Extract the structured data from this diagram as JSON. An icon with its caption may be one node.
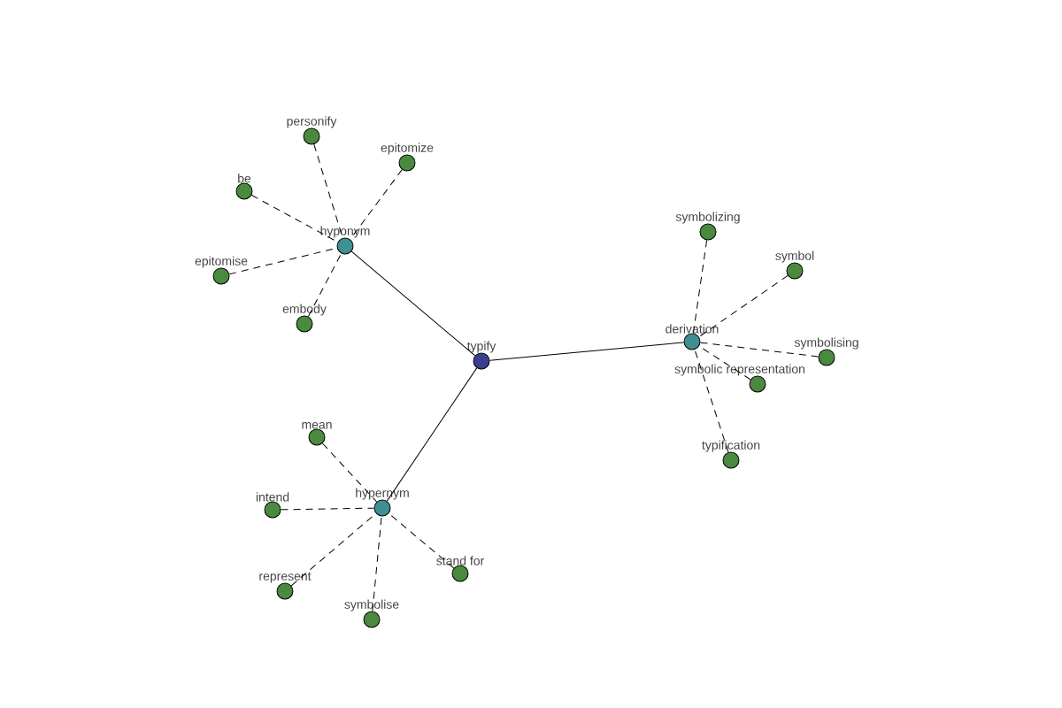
{
  "diagram": {
    "nodes": [
      {
        "text": [
          "typify"
        ]
      },
      {
        "text": [
          "hyponym"
        ]
      },
      {
        "text": [
          "derivation"
        ]
      },
      {
        "text": [
          "hypernym"
        ]
      },
      {
        "text": [
          "personify"
        ]
      },
      {
        "text": [
          "epitomize"
        ]
      },
      {
        "text": [
          "be"
        ]
      },
      {
        "text": [
          "epitomise"
        ]
      },
      {
        "text": [
          "embody"
        ]
      },
      {
        "text": [
          "symbolizing"
        ]
      },
      {
        "text": [
          "symbol"
        ]
      },
      {
        "text": [
          "symbolising"
        ]
      },
      {
        "text": [
          "symbolic representation"
        ]
      },
      {
        "text": [
          "typification"
        ]
      },
      {
        "text": [
          "mean"
        ]
      },
      {
        "text": [
          "intend"
        ]
      },
      {
        "text": [
          "represent"
        ]
      },
      {
        "text": [
          "symbolise"
        ]
      },
      {
        "text": [
          "stand for"
        ]
      }
    ],
    "edges": [
      {
        "from": 0,
        "to": 1,
        "arrow": "none"
      },
      {
        "from": 0,
        "to": 2,
        "arrow": "none"
      },
      {
        "from": 0,
        "to": 3,
        "arrow": "none"
      },
      {
        "from": 4,
        "to": 1,
        "arrow": "none",
        "style": "dashed"
      },
      {
        "from": 5,
        "to": 1,
        "arrow": "none",
        "style": "dashed"
      },
      {
        "from": 6,
        "to": 1,
        "arrow": "none",
        "style": "dashed"
      },
      {
        "from": 7,
        "to": 1,
        "arrow": "none",
        "style": "dashed"
      },
      {
        "from": 8,
        "to": 1,
        "arrow": "none",
        "style": "dashed"
      },
      {
        "from": 9,
        "to": 2,
        "arrow": "none",
        "style": "dashed"
      },
      {
        "from": 10,
        "to": 2,
        "arrow": "none",
        "style": "dashed"
      },
      {
        "from": 11,
        "to": 2,
        "arrow": "none",
        "style": "dashed"
      },
      {
        "from": 12,
        "to": 2,
        "arrow": "none",
        "style": "dashed"
      },
      {
        "from": 13,
        "to": 2,
        "arrow": "none",
        "style": "dashed"
      },
      {
        "from": 14,
        "to": 3,
        "arrow": "none",
        "style": "dashed"
      },
      {
        "from": 15,
        "to": 3,
        "arrow": "none",
        "style": "dashed"
      },
      {
        "from": 16,
        "to": 3,
        "arrow": "none",
        "style": "dashed"
      },
      {
        "from": 17,
        "to": 3,
        "arrow": "none",
        "style": "dashed"
      },
      {
        "from": 18,
        "to": 3,
        "arrow": "none",
        "style": "dashed"
      }
    ]
  }
}
